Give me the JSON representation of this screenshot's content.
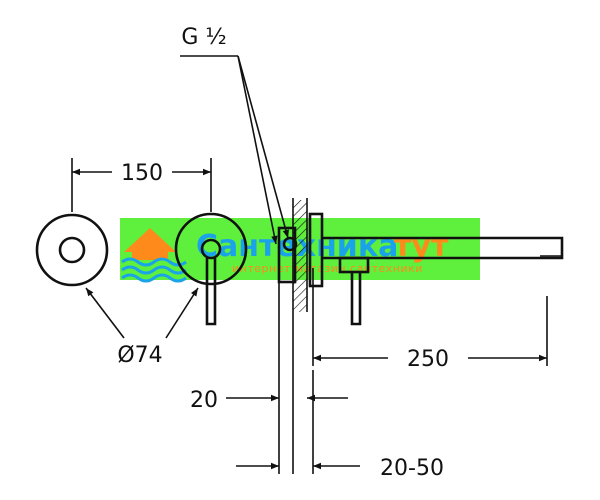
{
  "labels": {
    "thread": "G ½",
    "distance_centers": "150",
    "diameter": "Ø74",
    "spout_length": "250",
    "wall_offset": "20",
    "wall_range": "20-50"
  },
  "watermark": {
    "title_part1": "Сантехника",
    "title_part2": "тут",
    "subtitle": "интернет магазин сантехники",
    "color_green": "#5ef03c",
    "color_blue": "#1aa3e8",
    "color_orange": "#ff8a1c"
  }
}
